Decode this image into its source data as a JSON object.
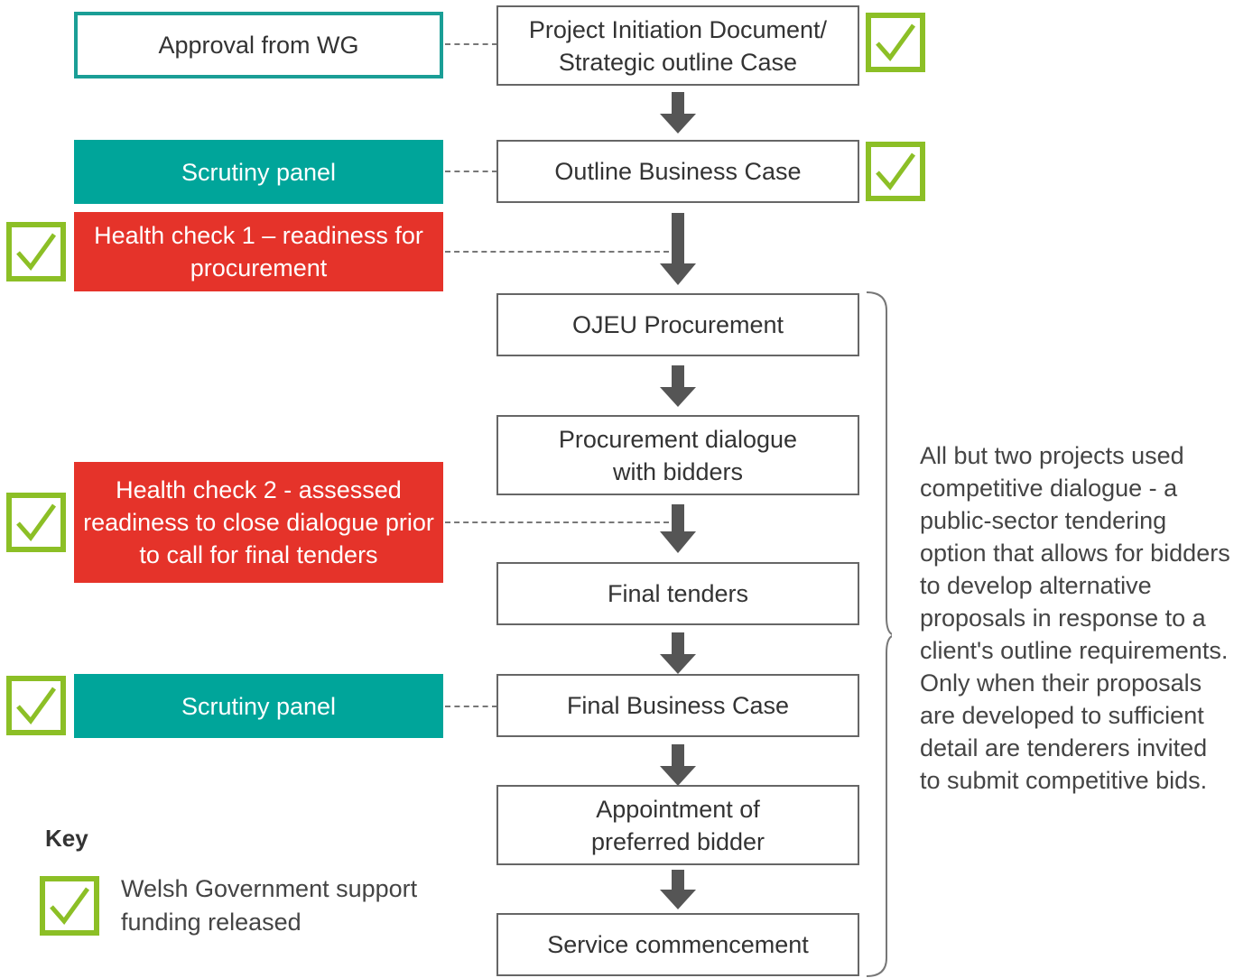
{
  "left_boxes": {
    "approval": "Approval from WG",
    "scrutiny_1": "Scrutiny panel",
    "health_check_1": "Health check 1 – readiness for procurement",
    "health_check_2": "Health check 2 - assessed readiness to close dialogue prior to call for final tenders",
    "scrutiny_2": "Scrutiny panel"
  },
  "main_steps": [
    "Project Initiation Document/ Strategic outline Case",
    "Outline Business Case",
    "OJEU Procurement",
    "Procurement dialogue with bidders",
    "Final tenders",
    "Final Business Case",
    "Appointment of preferred bidder",
    "Service commencement"
  ],
  "side_note": "All but two projects used competitive dialogue - a public-sector tendering option that allows for bidders to develop alternative proposals in response to a client's outline requirements. Only when their proposals are developed to sufficient detail are tenderers invited to submit competitive bids.",
  "key": {
    "title": "Key",
    "label": "Welsh Government support funding released"
  },
  "colors": {
    "teal": "#00a59a",
    "red": "#e5332a",
    "check_green": "#8cbf26",
    "arrow": "#555555",
    "border": "#666666"
  },
  "icons": {
    "check": "check-icon",
    "arrow": "arrow-down-icon",
    "brace": "right-brace-icon"
  }
}
